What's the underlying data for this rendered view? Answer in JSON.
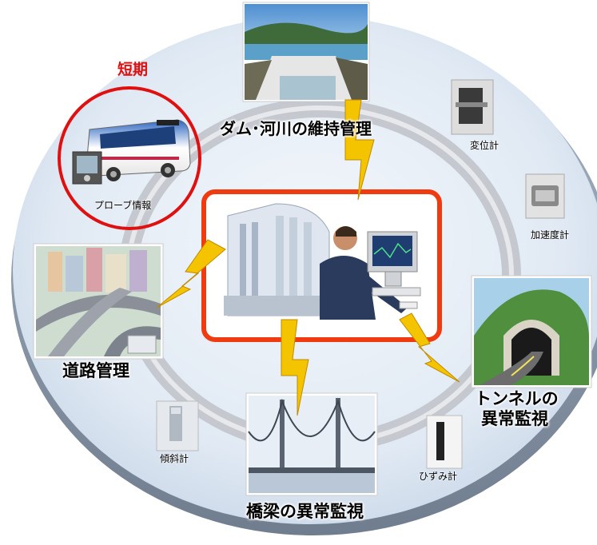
{
  "labels": {
    "short_term": "短期",
    "probe_info": "プローブ情報",
    "dam_river": "ダム･河川の維持管理",
    "displacement_meter": "変位計",
    "accelerometer": "加速度計",
    "road_management": "道路管理",
    "tunnel_line1": "トンネルの",
    "tunnel_line2": "異常監視",
    "inclinometer": "傾斜計",
    "strain_gauge": "ひずみ計",
    "bridge": "橋梁の異常監視"
  },
  "colors": {
    "highlight_red": "#e01010",
    "center_frame": "#f03a10",
    "lightning": "#f5c400",
    "ring_fill": "#dde8f3",
    "orbit_gray": "#c8ccd2"
  }
}
